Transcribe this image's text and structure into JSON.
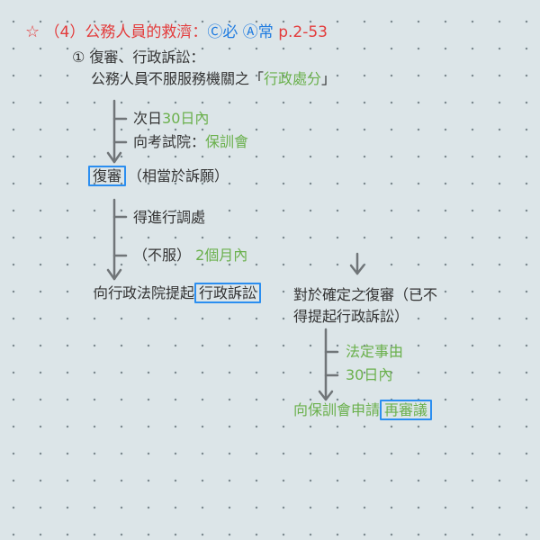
{
  "heading": {
    "star": "☆",
    "title": "（4）公務人員的救濟：",
    "tags": "Ⓒ必 Ⓐ常",
    "page_ref": "p.2-53"
  },
  "section1": {
    "label": "① 復審、行政訴訟：",
    "desc_prefix": "公務人員不服服務機關之「",
    "desc_highlight": "行政處分",
    "desc_suffix": "」"
  },
  "step1": {
    "time_prefix": "次日",
    "time_value": "30日內",
    "to_prefix": "向考試院：",
    "to_value": "保訓會"
  },
  "fuxuan": {
    "boxed": "復審",
    "note": "（相當於訴願）"
  },
  "mediation": "得進行調處",
  "appeal": {
    "label": "（不服）",
    "period": "2個月內"
  },
  "lawsuit": {
    "prefix": "向行政法院提起",
    "boxed": "行政訴訟"
  },
  "branch": {
    "line1": "對於確定之復審（已不",
    "line2": "得提起行政訴訟）",
    "reason": "法定事由",
    "period": "30日內",
    "final_prefix": "向保訓會申請",
    "final_boxed": "再審議"
  }
}
